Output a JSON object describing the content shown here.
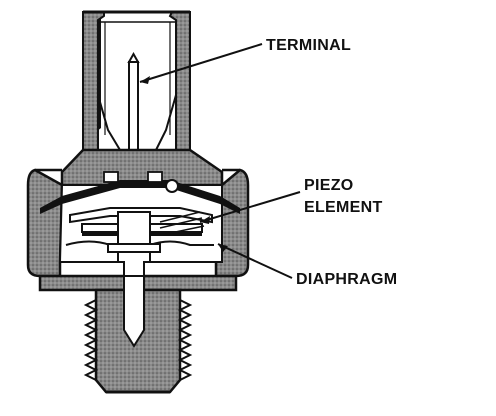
{
  "figure": {
    "ink_color": "#111111",
    "body_fill": "#8c8c8c",
    "light_fill": "#e9e9e9",
    "background": "#ffffff"
  },
  "labels": {
    "terminal": "TERMINAL",
    "piezo_line1": "PIEZO",
    "piezo_line2": "ELEMENT",
    "diaphragm": "DIAPHRAGM"
  }
}
